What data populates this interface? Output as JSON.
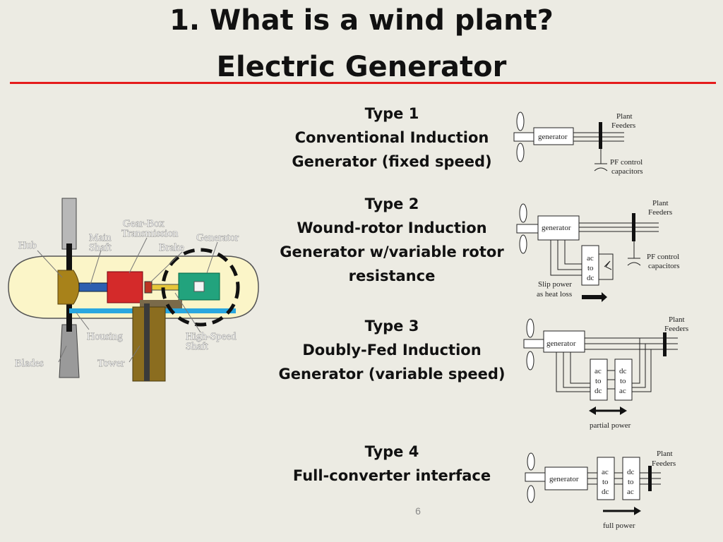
{
  "title": {
    "line1": "1. What is a wind plant?",
    "line2": "Electric Generator"
  },
  "turbine": {
    "labels": {
      "hub": "Hub",
      "main_shaft_1": "Main",
      "main_shaft_2": "Shaft",
      "gearbox_1": "Gear-Box",
      "gearbox_2": "Transmission",
      "brake": "Brake",
      "generator": "Generator",
      "housing": "Housing",
      "high_speed_1": "High-Speed",
      "high_speed_2": "Shaft",
      "blades": "Blades",
      "tower": "Tower"
    }
  },
  "types": [
    {
      "lines": [
        "Type 1",
        "Conventional Induction",
        "Generator (fixed speed)"
      ]
    },
    {
      "lines": [
        "Type 2",
        "Wound-rotor Induction",
        "Generator w/variable rotor",
        "resistance"
      ]
    },
    {
      "lines": [
        "Type 3",
        "Doubly-Fed Induction",
        "Generator (variable speed)"
      ]
    },
    {
      "lines": [
        "Type 4",
        "Full-converter interface"
      ]
    }
  ],
  "diagrams": {
    "generator": "generator",
    "plant": "Plant",
    "feeders": "Feeders",
    "pf_control": "PF control",
    "capacitors": "capacitors",
    "ac": "ac",
    "to": "to",
    "dc": "dc",
    "slip_power_1": "Slip power",
    "slip_power_2": "as heat loss",
    "partial_power": "partial power",
    "full_power": "full power"
  },
  "page_number": "6",
  "colors": {
    "accent_rule": "#e51c1c",
    "background": "#ecebe3"
  }
}
